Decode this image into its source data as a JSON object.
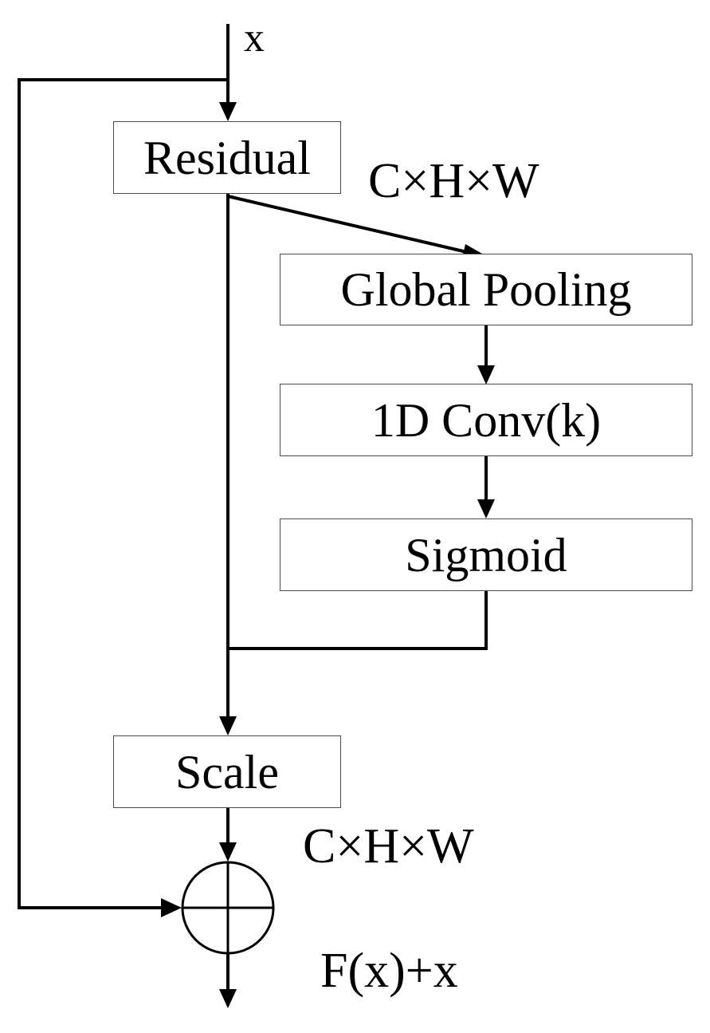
{
  "diagram": {
    "input_label": "x",
    "nodes": {
      "residual": "Residual",
      "global_pooling": "Global Pooling",
      "conv1d": "1D Conv(k)",
      "sigmoid": "Sigmoid",
      "scale": "Scale"
    },
    "dim_label_top": "C×H×W",
    "dim_label_bottom": "C×H×W",
    "output_label": "F(x)+x"
  }
}
